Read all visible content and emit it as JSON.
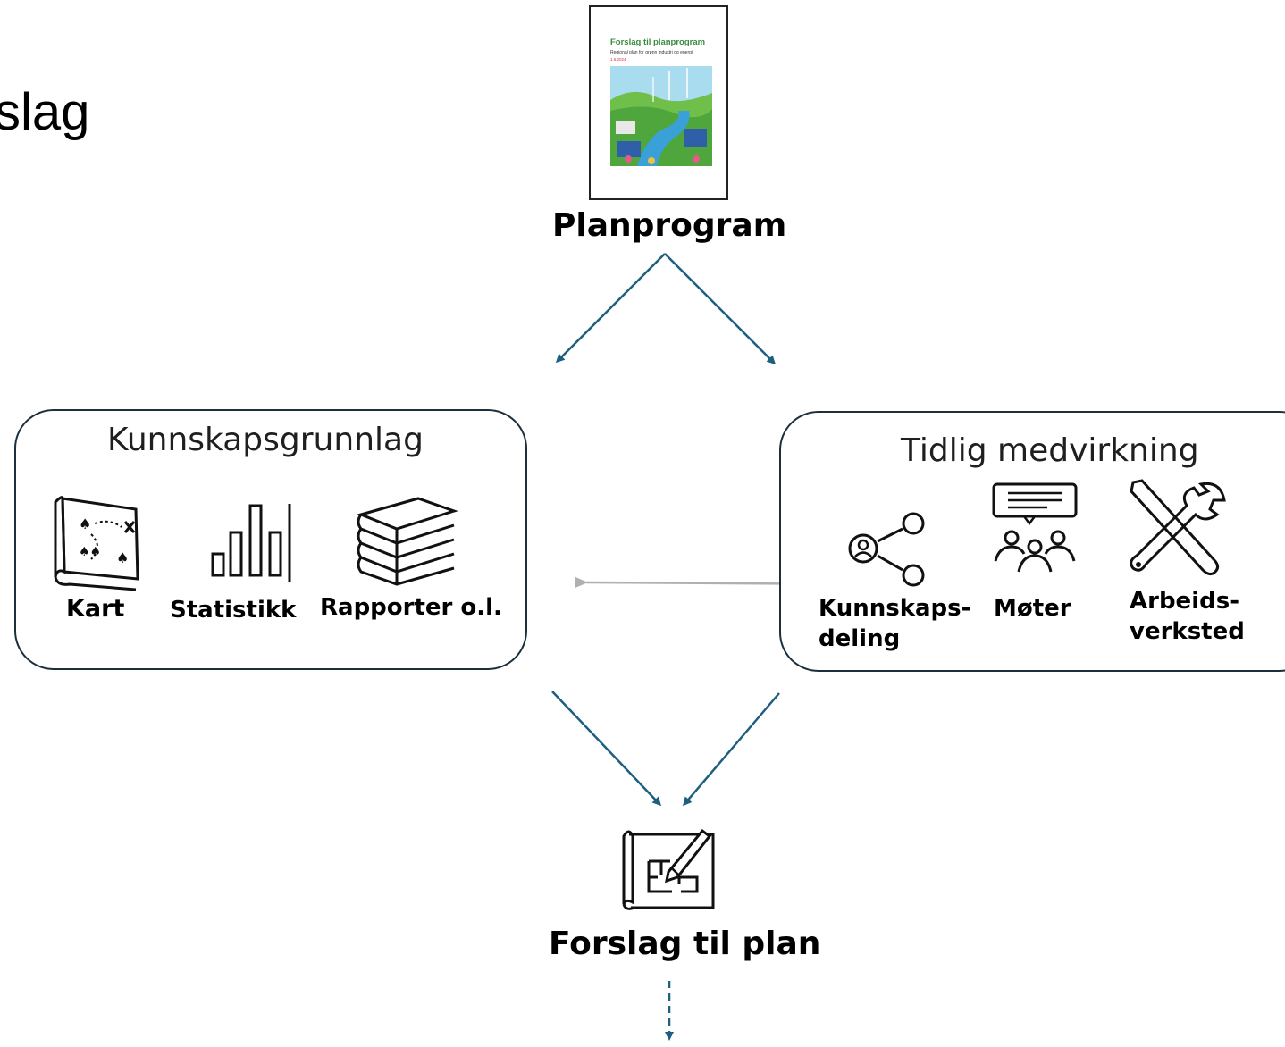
{
  "page": {
    "title_fragment": "slag"
  },
  "top_document": {
    "cover_title": "Forslag til planprogram",
    "cover_subtitle": "Regional plan for grønn industri og energi",
    "cover_date": "1.6.2024",
    "label": "Planprogram"
  },
  "left_box": {
    "title": "Kunnskapsgrunnlag",
    "items": [
      {
        "label": "Kart",
        "icon": "map-icon"
      },
      {
        "label": "Statistikk",
        "icon": "bar-chart-icon"
      },
      {
        "label": "Rapporter o.l.",
        "icon": "books-icon"
      }
    ]
  },
  "right_box": {
    "title": "Tidlig medvirkning",
    "items": [
      {
        "label_line1": "Kunnskaps-",
        "label_line2": "deling",
        "icon": "share-network-icon"
      },
      {
        "label_line1": "Møter",
        "label_line2": "",
        "icon": "meeting-icon"
      },
      {
        "label_line1": "Arbeids-",
        "label_line2": "verksted",
        "icon": "tools-icon"
      }
    ]
  },
  "bottom": {
    "label": "Forslag til plan",
    "icon": "blueprint-pencil-icon"
  },
  "colors": {
    "arrow": "#1d5f7f",
    "box_border": "#1c2f3c",
    "gray_arrow": "#b0b0b0",
    "cover_title": "#3a8c3f"
  }
}
